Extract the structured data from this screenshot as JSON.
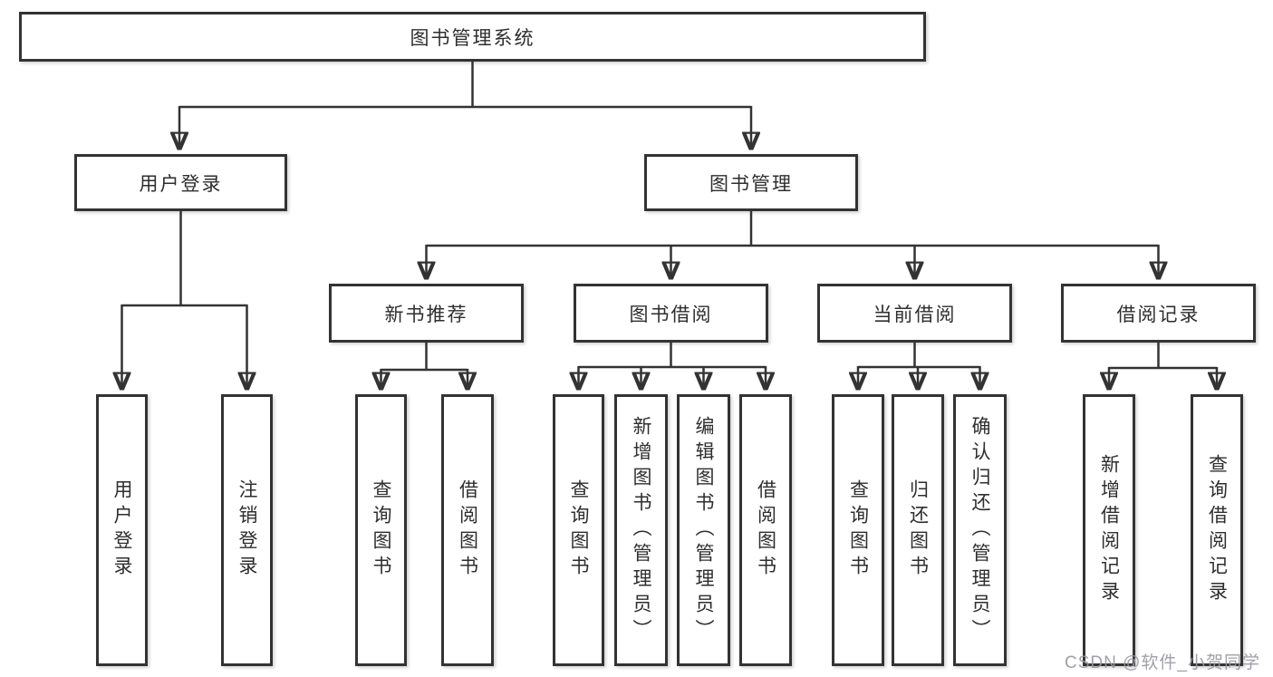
{
  "diagram": {
    "root": {
      "label": "图书管理系统"
    },
    "level2": [
      {
        "id": "user-login",
        "label": "用户登录"
      },
      {
        "id": "book-management",
        "label": "图书管理"
      }
    ],
    "level3": [
      {
        "id": "new-book-recommend",
        "label": "新书推荐",
        "parent": "图书管理"
      },
      {
        "id": "book-borrow",
        "label": "图书借阅",
        "parent": "图书管理"
      },
      {
        "id": "current-borrow",
        "label": "当前借阅",
        "parent": "图书管理"
      },
      {
        "id": "borrow-record",
        "label": "借阅记录",
        "parent": "图书管理"
      }
    ],
    "leaves": [
      {
        "label": "用户登录",
        "parent": "用户登录"
      },
      {
        "label": "注销登录",
        "parent": "用户登录"
      },
      {
        "label": "查询图书",
        "parent": "新书推荐"
      },
      {
        "label": "借阅图书",
        "parent": "新书推荐"
      },
      {
        "label": "查询图书",
        "parent": "图书借阅"
      },
      {
        "label": "新增图书（管理员）",
        "parent": "图书借阅"
      },
      {
        "label": "编辑图书（管理员）",
        "parent": "图书借阅"
      },
      {
        "label": "借阅图书",
        "parent": "图书借阅"
      },
      {
        "label": "查询图书",
        "parent": "当前借阅"
      },
      {
        "label": "归还图书",
        "parent": "当前借阅"
      },
      {
        "label": "确认归还（管理员）",
        "parent": "当前借阅"
      },
      {
        "label": "新增借阅记录",
        "parent": "借阅记录"
      },
      {
        "label": "查询借阅记录",
        "parent": "借阅记录"
      }
    ]
  },
  "watermark": "CSDN @软件_小贺同学",
  "colors": {
    "line": "#333333",
    "box_border": "#333333",
    "box_fill": "#ffffff",
    "text": "#2e2e2e",
    "watermark": "#9898a0"
  }
}
